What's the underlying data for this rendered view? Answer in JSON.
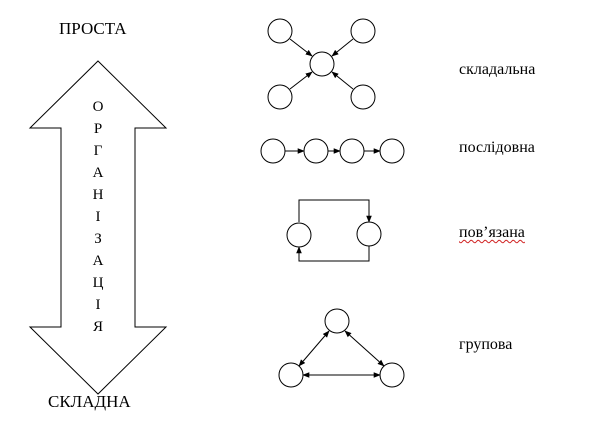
{
  "diagram": {
    "top_label": "ПРОСТА",
    "bottom_label": "СКЛАДНА",
    "vertical_word_letters": [
      "О",
      "Р",
      "Г",
      "А",
      "Н",
      "І",
      "З",
      "А",
      "Ц",
      "І",
      "Я"
    ],
    "structures": [
      {
        "label": "складальна"
      },
      {
        "label": "послідовна"
      },
      {
        "label": "пов’язана",
        "spellcheck_underline": true
      },
      {
        "label": "групова"
      }
    ],
    "colors": {
      "stroke": "#000000",
      "background": "#ffffff",
      "spellcheck": "#d02020"
    }
  }
}
